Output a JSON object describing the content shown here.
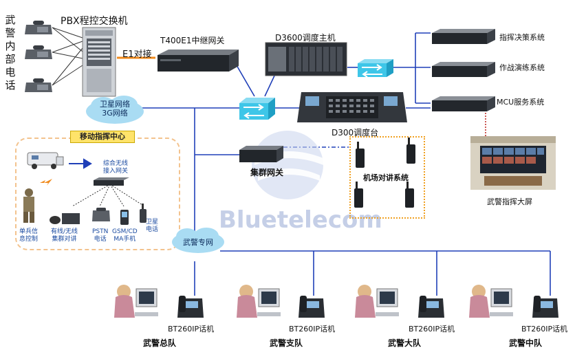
{
  "labels": {
    "pbx_title": "PBX程控交换机",
    "vertical_phones": [
      "武",
      "警",
      "内",
      "部",
      "电",
      "话"
    ],
    "e1_link": "E1对接",
    "t400": "T400E1中继网关",
    "d3600": "D3600调度主机",
    "d300": "D300调度台",
    "cmd_decision": "指挥决策系统",
    "drill": "作战演练系统",
    "mcu": "MCU服务系统",
    "satellite_cloud": [
      "卫星网络",
      "3G网络"
    ],
    "mobile_center": "移动指挥中心",
    "integrated_gateway": [
      "综合无线",
      "接入网关"
    ],
    "soldier_ctrl": [
      "单兵信",
      "息控制"
    ],
    "wired_wireless": [
      "有线/无线",
      "集群对讲"
    ],
    "pstn": [
      "PSTN",
      "电话"
    ],
    "gsm": [
      "GSM/CD",
      "MA手机"
    ],
    "satphone": [
      "卫星",
      "电话"
    ],
    "cluster_gateway": "集群网关",
    "airport_talk": "机场对讲系统",
    "big_screen": "武警指挥大屏",
    "private_net": "武警专网",
    "watermark": "Bluetelecom",
    "ip_phone": "BT260IP话机",
    "units": [
      "武警总队",
      "武警支队",
      "武警大队",
      "武警中队"
    ]
  },
  "colors": {
    "line_blue": "#1f3fb8",
    "e1_orange": "#f08a1c",
    "dash_red": "#c0302a",
    "switch_cyan": "#3ec6e8",
    "cloud_blue": "#a9dcf3"
  }
}
